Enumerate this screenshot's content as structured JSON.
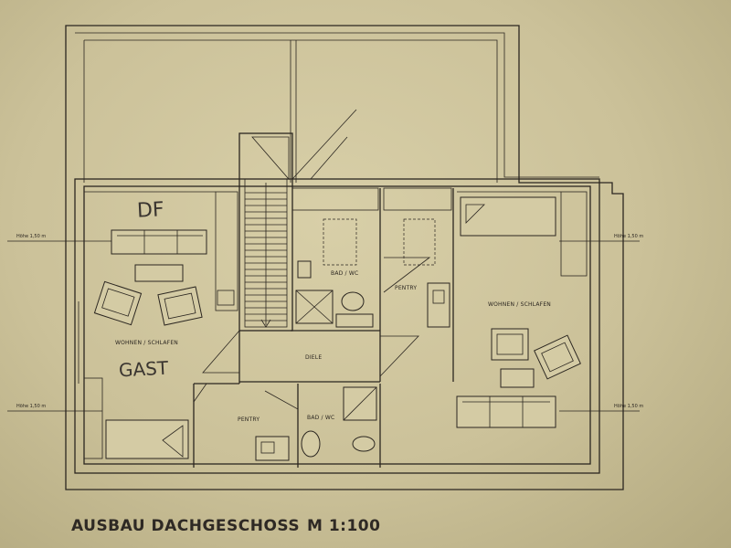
{
  "plan": {
    "title": "AUSBAU DACHGESCHOSS",
    "scale": "M 1:100"
  },
  "rooms": {
    "wohnen_schlafen_left": "WOHNEN / SCHLAFEN",
    "wohnen_schlafen_right": "WOHNEN / SCHLAFEN",
    "bad_wc_upper": "BAD / WC",
    "bad_wc_lower": "BAD / WC",
    "pentry_upper": "PENTRY",
    "pentry_lower": "PENTRY",
    "diele": "DIELE"
  },
  "heights": {
    "left_upper": "Höhe 1,50 m",
    "left_lower": "Höhe 1,50 m",
    "right_upper": "Höhe 1,50 m",
    "right_lower": "Höhe 1,50 m"
  },
  "handwriting": {
    "note_top": "DF",
    "note_gast": "GAST"
  }
}
